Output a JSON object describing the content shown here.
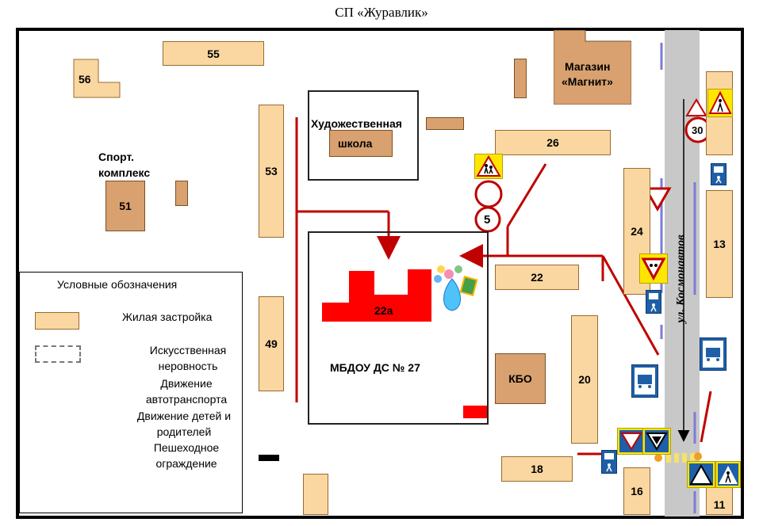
{
  "title": "СП «Журавлик»",
  "buildings": {
    "b55": "55",
    "b56": "56",
    "b51": "51",
    "b53": "53",
    "b49": "49",
    "b26": "26",
    "b22": "22",
    "b24": "24",
    "b13": "13",
    "b20": "20",
    "b18": "18",
    "b16": "16",
    "b11": "11",
    "b22a": "22а",
    "kbo": "КБО"
  },
  "labels": {
    "sport_line1": "Спорт.",
    "sport_line2": "комплекс",
    "art_school_line1": "Художественная",
    "art_school_line2": "школа",
    "shop_line1": "Магазин",
    "shop_line2": "«Магнит»",
    "kindergarten": "МБДОУ ДС № 27",
    "street": "ул. Космонавтов"
  },
  "signs": {
    "speed_limit": "30",
    "sign_5": "5"
  },
  "legend": {
    "title": "Условные обозначения",
    "items": [
      "Жилая  застройка",
      "Искусственная неровность",
      "Движение автотранспорта",
      "Движение детей и родителей",
      "Пешеходное ограждение"
    ]
  },
  "colors": {
    "residential": "#fad7a0",
    "public_building": "#d9a16f",
    "child_route": "#c00000",
    "fence": "#7b7bd6",
    "kindergarten_building": "#ff0000",
    "road": "#c8c8c8"
  }
}
